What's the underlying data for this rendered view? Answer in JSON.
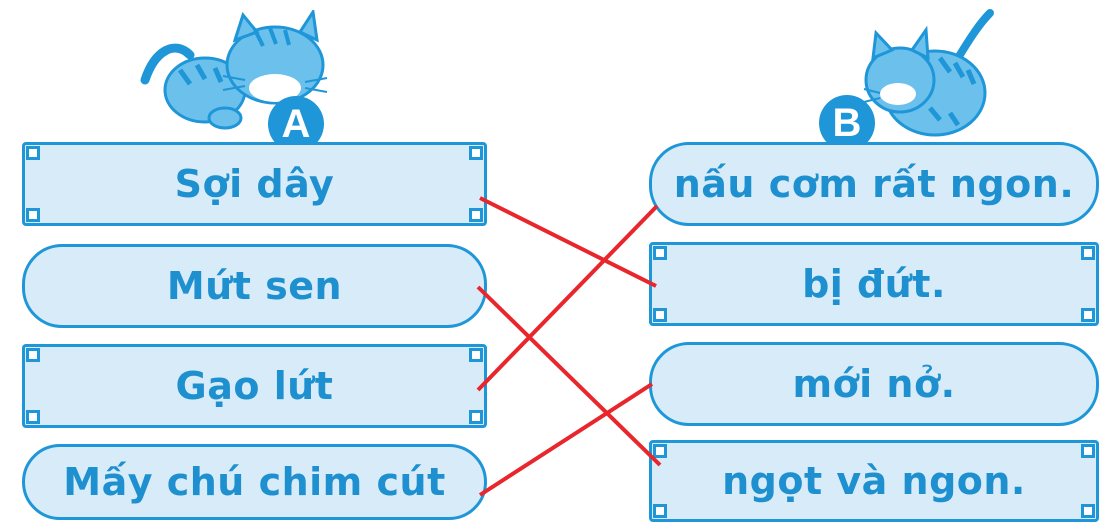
{
  "column_a": {
    "badge": "A",
    "items": [
      "Sợi dây",
      "Mứt sen",
      "Gạo lứt",
      "Mấy chú chim cút"
    ]
  },
  "column_b": {
    "badge": "B",
    "items": [
      "nấu cơm rất ngon.",
      "bị đứt.",
      "mới nở.",
      "ngọt và ngon."
    ]
  },
  "matches": [
    {
      "from": "Sợi dây",
      "to": "bị đứt."
    },
    {
      "from": "Mứt sen",
      "to": "ngọt và ngon."
    },
    {
      "from": "Gạo lứt",
      "to": "nấu cơm rất ngon."
    },
    {
      "from": "Mấy chú chim cút",
      "to": "mới nở."
    }
  ],
  "colors": {
    "box_fill": "#d7ecf8",
    "box_border": "#1e96d8",
    "text": "#1e8fcf",
    "line": "#e8262b"
  },
  "icons": [
    "cat-a-icon",
    "cat-b-icon"
  ]
}
